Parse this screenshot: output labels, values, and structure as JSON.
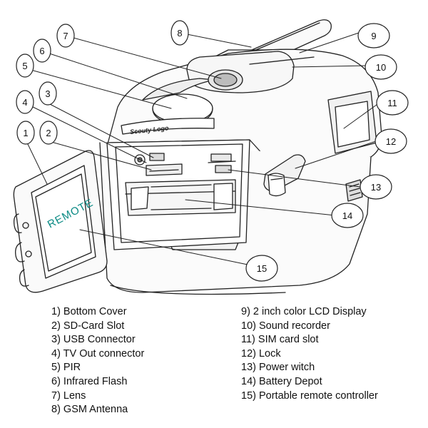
{
  "device_label": "REMOTE",
  "brand_text": "Scouty Logo",
  "callouts": [
    "1",
    "2",
    "3",
    "4",
    "5",
    "6",
    "7",
    "8",
    "9",
    "10",
    "11",
    "12",
    "13",
    "14",
    "15"
  ],
  "legend": {
    "left": [
      "1) Bottom Cover",
      "2) SD-Card Slot",
      "3) USB Connector",
      "4) TV Out connector",
      "5) PIR",
      "6) Infrared Flash",
      "7) Lens",
      "8) GSM Antenna"
    ],
    "right": [
      "9) 2 inch color LCD Display",
      "10) Sound recorder",
      "11) SIM card slot",
      "12) Lock",
      "13) Power witch",
      "14) Battery Depot",
      "15) Portable remote controller"
    ]
  }
}
